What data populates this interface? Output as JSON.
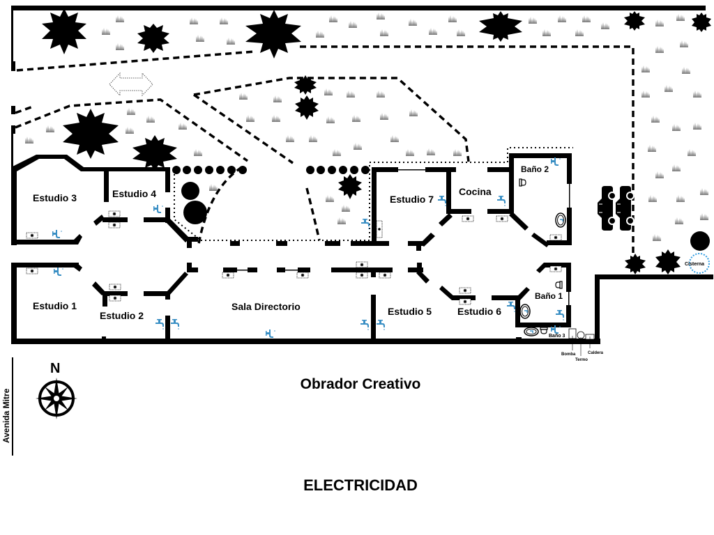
{
  "project": {
    "title": "Obrador Creativo",
    "plan_type": "ELECTRICIDAD"
  },
  "street": {
    "name": "Avenida Mitre"
  },
  "compass": {
    "north_label": "N",
    "icon": "compass-rose-icon"
  },
  "rooms": {
    "estudio_1": "Estudio 1",
    "estudio_2": "Estudio 2",
    "estudio_3": "Estudio 3",
    "estudio_4": "Estudio 4",
    "estudio_5": "Estudio 5",
    "estudio_6": "Estudio 6",
    "estudio_7": "Estudio 7",
    "sala_directorio": "Sala Directorio",
    "cocina": "Cocina",
    "bano_1": "Baño 1",
    "bano_2": "Baño 2",
    "bano_3": "Baño 3"
  },
  "utilities": {
    "bomba": "Bomba",
    "termo": "Termo",
    "caldera": "Caldera",
    "cisterna": "Cisterna"
  },
  "icons": {
    "faucet": "faucet-icon",
    "light_fixture": "light-fixture-icon",
    "toilet": "toilet-icon",
    "sink": "sink-icon",
    "tree": "tree-icon",
    "grass": "grass-icon",
    "car": "car-icon",
    "access_arrow": "double-arrow-icon"
  },
  "colors": {
    "wall": "#000000",
    "water_fixture": "#3a8fc4",
    "grass": "#777777",
    "cisterna_outline": "#2f9be0",
    "background": "#ffffff"
  }
}
